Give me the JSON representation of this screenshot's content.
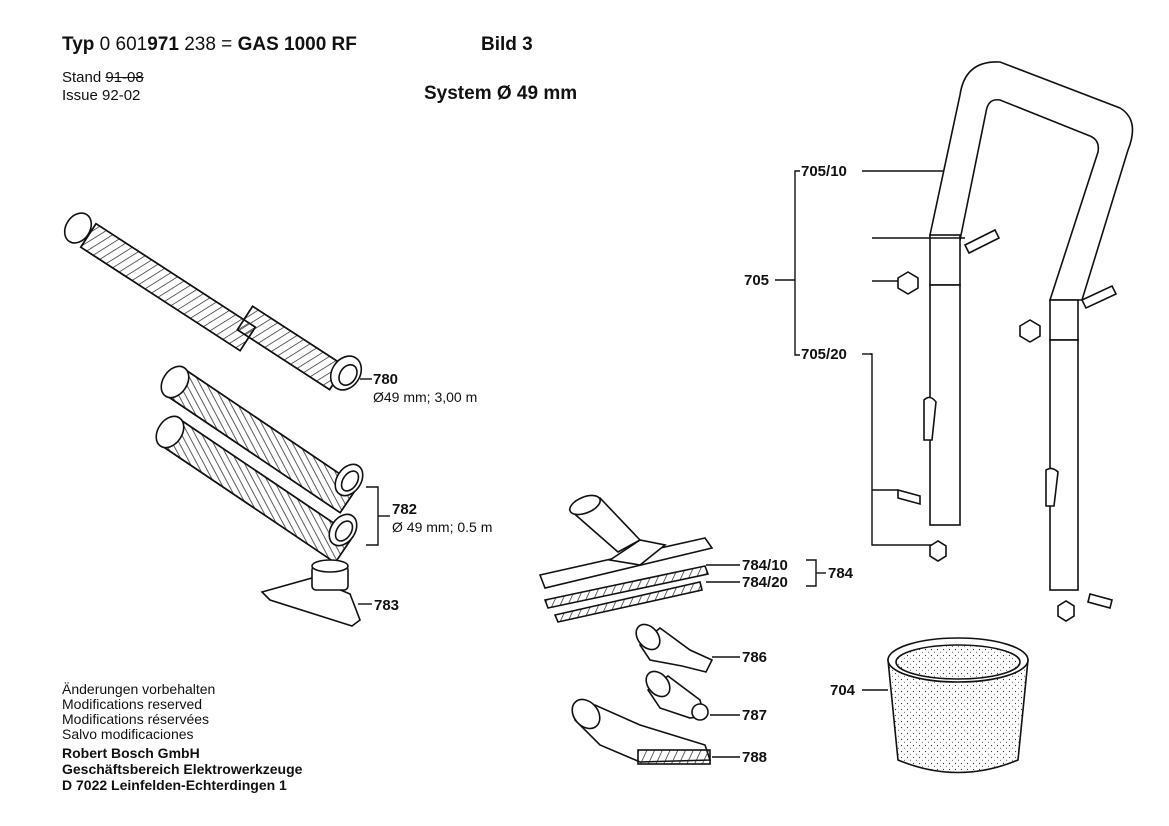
{
  "header": {
    "typ_label": "Typ",
    "typ_prefix": "0 601",
    "typ_mid": "971",
    "typ_suffix": "238",
    "equals": "=",
    "model": "GAS 1000 RF",
    "bild": "Bild 3"
  },
  "stand": {
    "label": "Stand",
    "value": "91-08"
  },
  "issue": {
    "label": "Issue",
    "value": "92-02"
  },
  "system": "System Ø 49 mm",
  "parts": {
    "p780": {
      "number": "780",
      "spec": "Ø49 mm; 3,00 m"
    },
    "p782": {
      "number": "782",
      "spec": "Ø 49 mm; 0.5 m"
    },
    "p783": {
      "number": "783"
    },
    "p784": {
      "number": "784"
    },
    "p784_10": {
      "number": "784/10"
    },
    "p784_20": {
      "number": "784/20"
    },
    "p786": {
      "number": "786"
    },
    "p787": {
      "number": "787"
    },
    "p788": {
      "number": "788"
    },
    "p704": {
      "number": "704"
    },
    "p705": {
      "number": "705"
    },
    "p705_10": {
      "number": "705/10"
    },
    "p705_20": {
      "number": "705/20"
    }
  },
  "footer": {
    "line1": "Änderungen vorbehalten",
    "line2": "Modifications reserved",
    "line3": "Modifications réservées",
    "line4": "Salvo modificaciones",
    "company": "Robert Bosch GmbH",
    "division": "Geschäftsbereich Elektrowerkzeuge",
    "address": "D 7022 Leinfelden-Echterdingen 1"
  }
}
